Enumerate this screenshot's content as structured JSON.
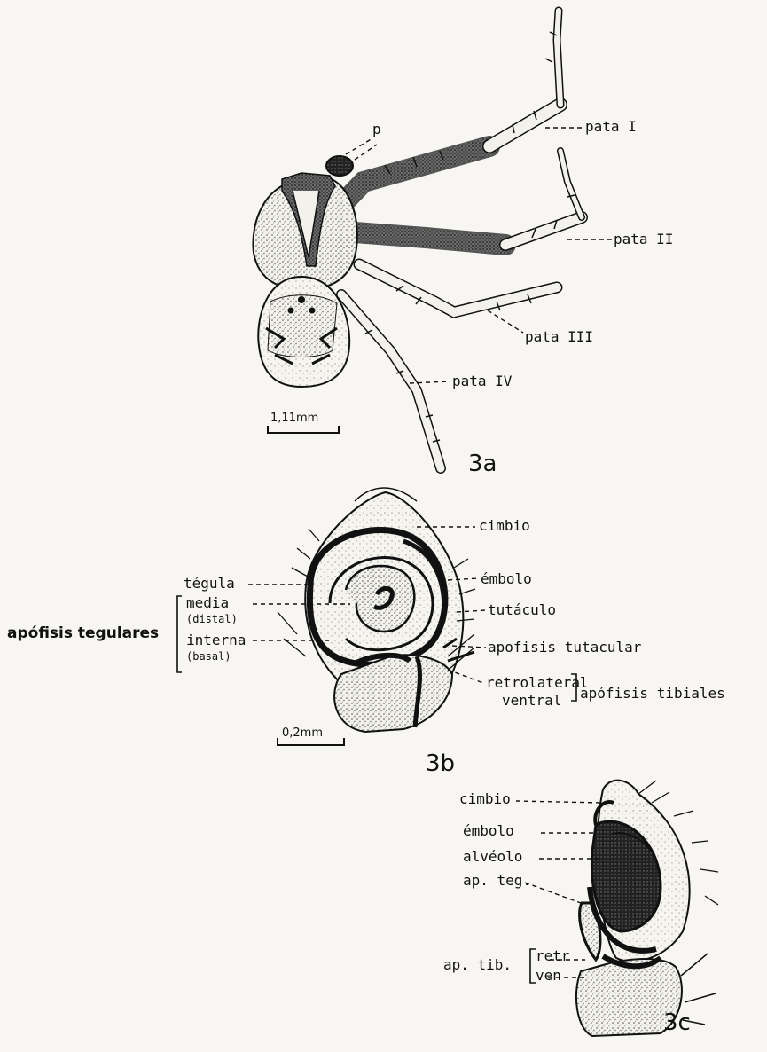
{
  "figure_3a": {
    "label": "3a",
    "scale": "1,11mm",
    "labels": {
      "p": "p",
      "pata_1": "pata I",
      "pata_2": "pata II",
      "pata_3": "pata III",
      "pata_4": "pata IV"
    }
  },
  "figure_3b": {
    "label": "3b",
    "labels": {
      "cimbio": "cimbio",
      "tegula": "tégula",
      "embolo": "émbolo",
      "apofisis_tegulares": "apófisis tegulares",
      "media": "media",
      "distal": "(distal)",
      "tutaculo": "tutáculo",
      "interna": "interna",
      "basal": "(basal)",
      "apofisis_tutacular": "apofisis tutacular",
      "retrolateral": "retrolateral",
      "ventral": "ventral",
      "apofisis_tibiales": "apófisis tibiales"
    }
  },
  "scale_3bc": "0,2mm",
  "figure_3c": {
    "label": "3c",
    "labels": {
      "cimbio": "cimbio",
      "embolo": "émbolo",
      "alveolo": "alvéolo",
      "ap_teg": "ap. teg.",
      "ap_tib": "ap. tib.",
      "retr": "retr",
      "ven": "ven"
    }
  },
  "colors": {
    "ink": "#111111",
    "paper": "#f7f6f2",
    "stipple": "#777777"
  }
}
